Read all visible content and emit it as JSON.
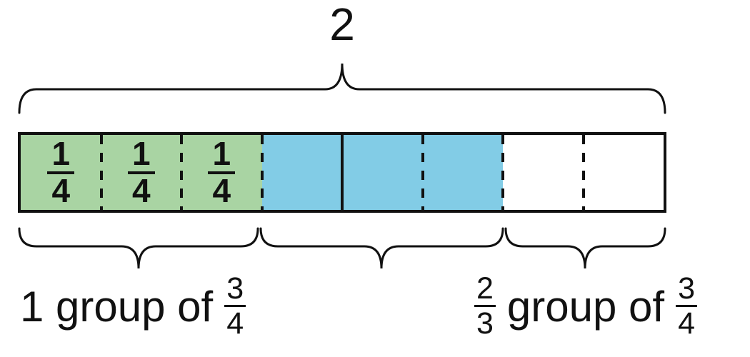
{
  "colors": {
    "green": "#a9d4a3",
    "blue": "#82cce6",
    "white": "#ffffff",
    "line": "#111111"
  },
  "top_brace": {
    "label": "2"
  },
  "bar": {
    "cells": [
      {
        "fill": "green",
        "numerator": "1",
        "denominator": "4"
      },
      {
        "fill": "green",
        "numerator": "1",
        "denominator": "4"
      },
      {
        "fill": "green",
        "numerator": "1",
        "denominator": "4"
      },
      {
        "fill": "blue"
      },
      {
        "fill": "blue"
      },
      {
        "fill": "blue"
      },
      {
        "fill": "white"
      },
      {
        "fill": "white"
      }
    ],
    "separators": [
      "dashed",
      "dashed",
      "dashed",
      "solid",
      "dashed",
      "dashed",
      "dashed"
    ]
  },
  "labels": {
    "group1": {
      "text": "1 group of",
      "fraction": {
        "numerator": "3",
        "denominator": "4"
      }
    },
    "group2": {
      "lead_fraction": {
        "numerator": "2",
        "denominator": "3"
      },
      "text": "group of",
      "fraction": {
        "numerator": "3",
        "denominator": "4"
      }
    }
  }
}
